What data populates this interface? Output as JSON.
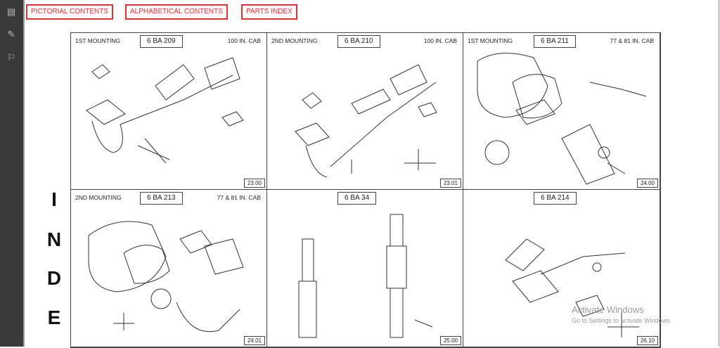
{
  "nav": {
    "pictorial": "PICTORIAL CONTENTS",
    "alphabetical": "ALPHABETICAL CONTENTS",
    "parts_index": "PARTS INDEX"
  },
  "side_letters": [
    "I",
    "N",
    "D",
    "E"
  ],
  "panels": [
    {
      "left": "1ST MOUNTING",
      "code": "6 BA 209",
      "right": "100 IN. CAB",
      "page": "23.00"
    },
    {
      "left": "2ND MOUNTING",
      "code": "6 BA 210",
      "right": "100 IN. CAB",
      "page": "23.01"
    },
    {
      "left": "1ST MOUNTING",
      "code": "6 BA 211",
      "right": "77 & 81 IN. CAB",
      "page": "24.00"
    },
    {
      "left": "2ND MOUNTING",
      "code": "6 BA 213",
      "right": "77 & 81 IN. CAB",
      "page": "24.01"
    },
    {
      "left": "",
      "code": "6 BA 34",
      "right": "",
      "page": "25.00"
    },
    {
      "left": "",
      "code": "6 BA 214",
      "right": "",
      "page": "26.10"
    }
  ],
  "watermark": {
    "line1": "Activate Windows",
    "line2": "Go to Settings to activate Windows."
  },
  "icons": [
    "pages-icon",
    "pen-icon",
    "bookmark-icon"
  ]
}
